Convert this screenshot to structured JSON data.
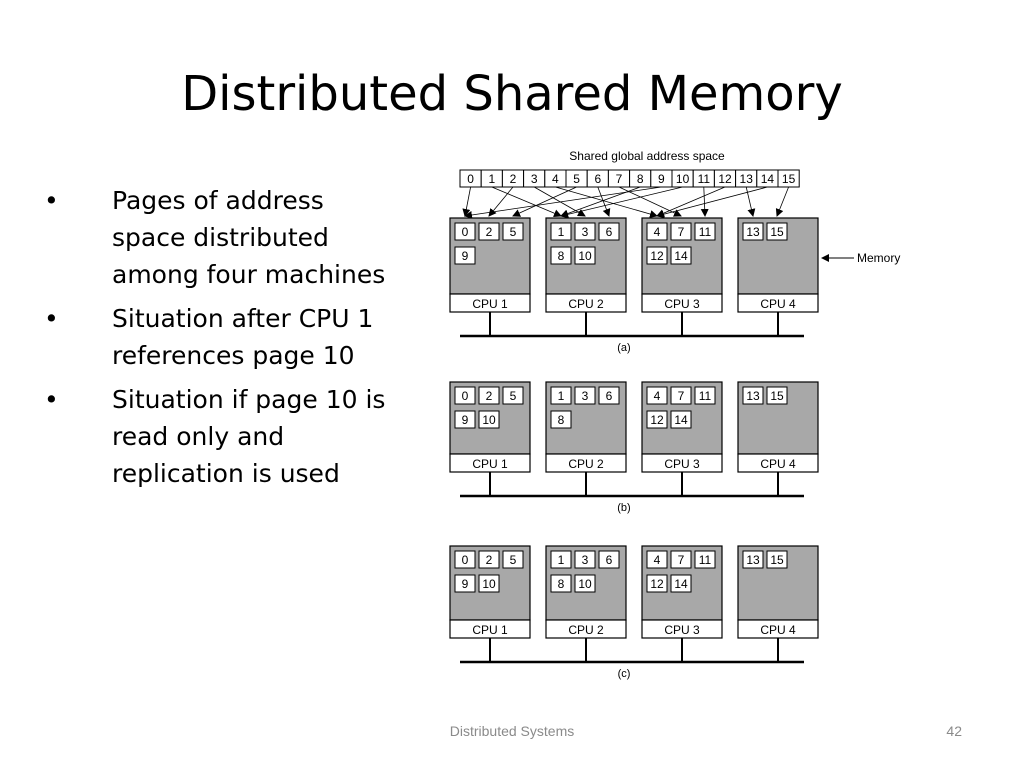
{
  "slide": {
    "title": "Distributed Shared Memory",
    "footer": "Distributed Systems",
    "page_number": "42"
  },
  "bullets": [
    {
      "marker": "•",
      "text": "Pages of address space distributed among four machines"
    },
    {
      "marker": "•",
      "text": "Situation after CPU 1 references page 10"
    },
    {
      "marker": "•",
      "text": "Situation if page 10 is read only and replication is used"
    }
  ],
  "diagram": {
    "address_space_label": "Shared global address space",
    "global_pages": [
      "0",
      "1",
      "2",
      "3",
      "4",
      "5",
      "6",
      "7",
      "8",
      "9",
      "10",
      "11",
      "12",
      "13",
      "14",
      "15"
    ],
    "memory_label": "Memory",
    "colors": {
      "memory_fill": "#a8a8a8",
      "page_fill": "#ffffff",
      "line": "#000000"
    },
    "panels": [
      {
        "caption": "(a)",
        "cpus": [
          {
            "label": "CPU 1",
            "pages": [
              "0",
              "2",
              "5",
              "9"
            ]
          },
          {
            "label": "CPU 2",
            "pages": [
              "1",
              "3",
              "6",
              "8",
              "10"
            ]
          },
          {
            "label": "CPU 3",
            "pages": [
              "4",
              "7",
              "11",
              "12",
              "14"
            ]
          },
          {
            "label": "CPU 4",
            "pages": [
              "13",
              "15"
            ]
          }
        ]
      },
      {
        "caption": "(b)",
        "cpus": [
          {
            "label": "CPU 1",
            "pages": [
              "0",
              "2",
              "5",
              "9",
              "10"
            ]
          },
          {
            "label": "CPU 2",
            "pages": [
              "1",
              "3",
              "6",
              "8"
            ]
          },
          {
            "label": "CPU 3",
            "pages": [
              "4",
              "7",
              "11",
              "12",
              "14"
            ]
          },
          {
            "label": "CPU 4",
            "pages": [
              "13",
              "15"
            ]
          }
        ]
      },
      {
        "caption": "(c)",
        "cpus": [
          {
            "label": "CPU 1",
            "pages": [
              "0",
              "2",
              "5",
              "9",
              "10"
            ]
          },
          {
            "label": "CPU 2",
            "pages": [
              "1",
              "3",
              "6",
              "8",
              "10"
            ]
          },
          {
            "label": "CPU 3",
            "pages": [
              "4",
              "7",
              "11",
              "12",
              "14"
            ]
          },
          {
            "label": "CPU 4",
            "pages": [
              "13",
              "15"
            ]
          }
        ]
      }
    ]
  }
}
